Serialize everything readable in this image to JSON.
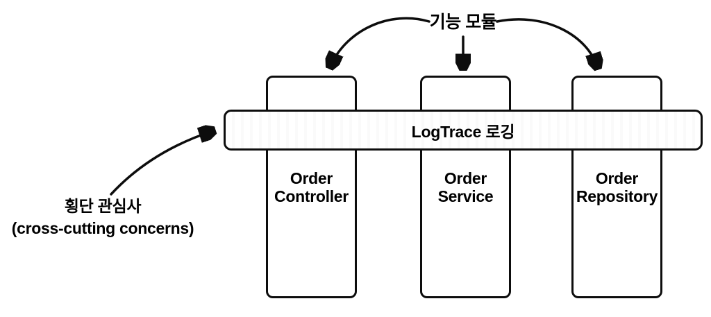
{
  "diagram": {
    "top_label": "기능 모듈",
    "bar": {
      "label": "LogTrace 로깅"
    },
    "side_label": "횡단 관심사\n(cross-cutting concerns)",
    "modules": [
      {
        "label": "Order\nController"
      },
      {
        "label": "Order\nService"
      },
      {
        "label": "Order\nRepository"
      }
    ]
  }
}
